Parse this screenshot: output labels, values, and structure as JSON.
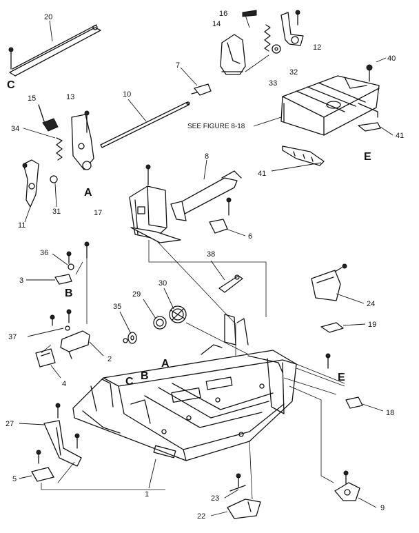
{
  "diagram": {
    "note": "SEE FIGURE 8-18",
    "callouts": [
      "20",
      "16",
      "14",
      "12",
      "40",
      "C",
      "15",
      "13",
      "10",
      "7",
      "33",
      "32",
      "34",
      "A",
      "31",
      "11",
      "17",
      "8",
      "6",
      "41",
      "41",
      "E",
      "36",
      "3",
      "B",
      "38",
      "24",
      "30",
      "29",
      "35",
      "37",
      "19",
      "2",
      "4",
      "C",
      "B",
      "A",
      "E",
      "27",
      "18",
      "5",
      "1",
      "23",
      "22",
      "9"
    ]
  }
}
